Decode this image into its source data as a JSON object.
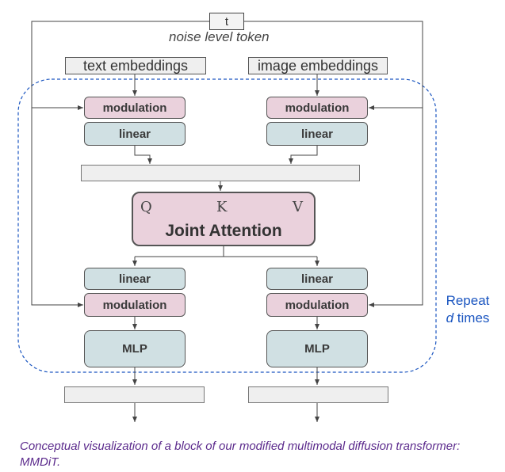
{
  "token": {
    "label": "t",
    "caption": "noise level token"
  },
  "inputs": {
    "text": "text embeddings",
    "image": "image embeddings"
  },
  "text_branch": {
    "modulation_in": "modulation",
    "linear_in": "linear",
    "linear_out": "linear",
    "modulation_out": "modulation",
    "mlp": "MLP"
  },
  "image_branch": {
    "modulation_in": "modulation",
    "linear_in": "linear",
    "linear_out": "linear",
    "modulation_out": "modulation",
    "mlp": "MLP"
  },
  "attention": {
    "q": "Q",
    "k": "K",
    "v": "V",
    "title": "Joint Attention"
  },
  "repeat": {
    "line1": "Repeat",
    "var": "d",
    "suffix": " times"
  },
  "caption": {
    "line1": "Conceptual visualization of a block of our modified multimodal diffusion transformer:",
    "line2": "MMDiT."
  },
  "colors": {
    "modulation": "#ead1dc",
    "linear": "#d0e0e3",
    "repeat_border": "#1a55c0",
    "caption": "#5b2a8c"
  }
}
